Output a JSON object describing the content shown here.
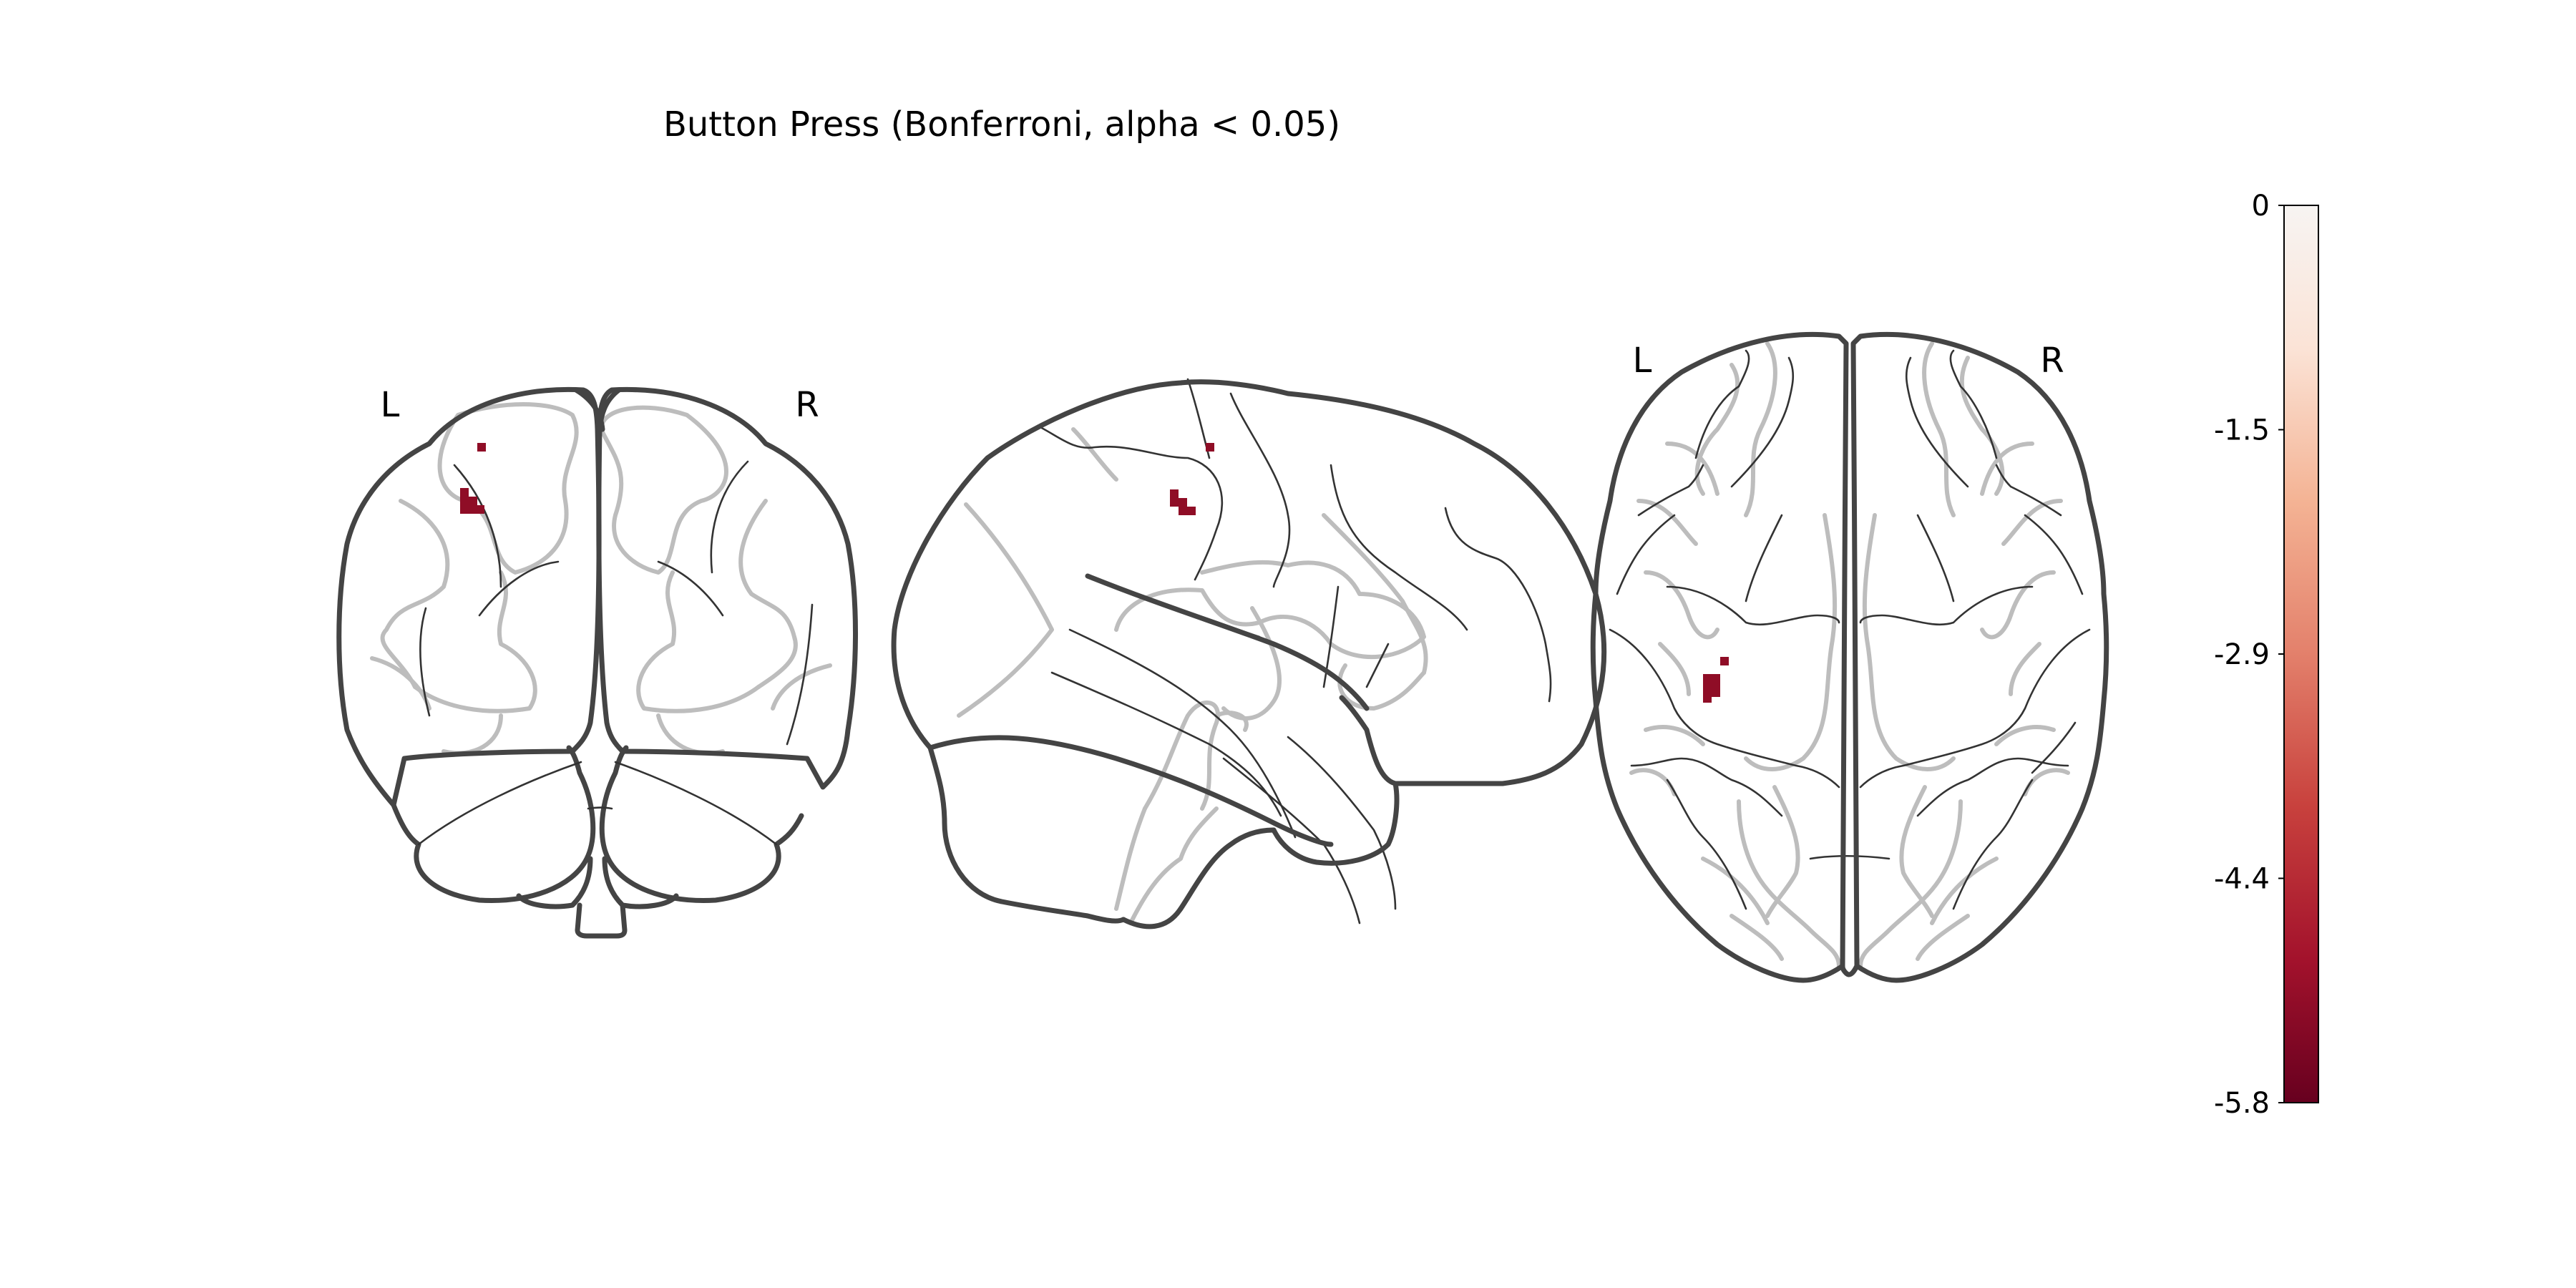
{
  "title": "Button Press (Bonferroni, alpha < 0.05)",
  "views": {
    "coronal": {
      "left_label": "L",
      "right_label": "R"
    },
    "sagittal": {},
    "axial": {
      "left_label": "L",
      "right_label": "R"
    }
  },
  "colorbar": {
    "ticks": [
      "0",
      "-1.5",
      "-2.9",
      "-4.4",
      "-5.8"
    ],
    "colormap": [
      "#f7f4f2",
      "#fbe3d6",
      "#f4b394",
      "#e3806b",
      "#c8413d",
      "#a3122c",
      "#67001f"
    ],
    "activation_color": "#8f0d26"
  }
}
